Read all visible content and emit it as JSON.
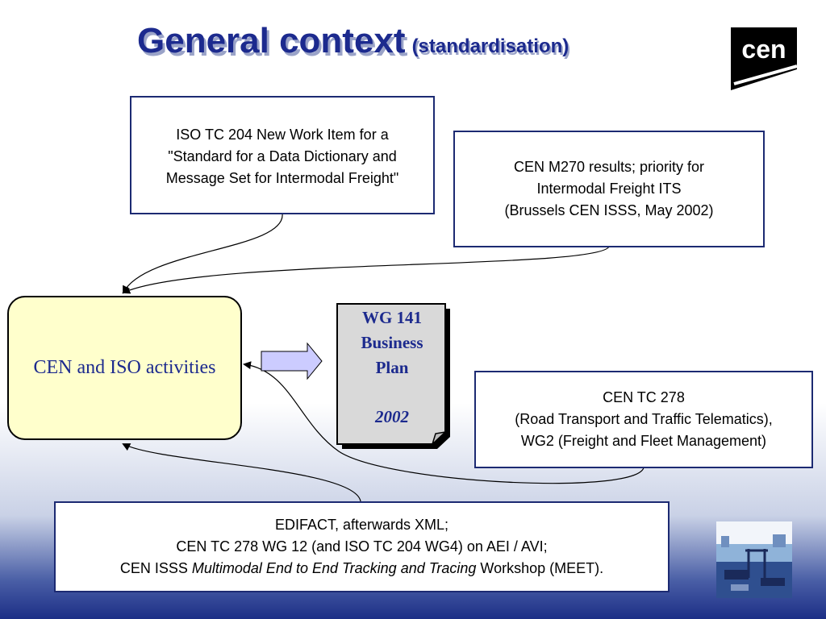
{
  "title": {
    "main": "General context",
    "sub": "(standardisation)"
  },
  "logo": {
    "text": "cen"
  },
  "boxes": {
    "iso": {
      "lines": [
        "ISO TC 204 New Work Item for a",
        "\"Standard for a Data Dictionary and",
        "Message Set for Intermodal Freight\""
      ]
    },
    "m270": {
      "lines": [
        "CEN M270 results; priority for",
        "Intermodal Freight ITS",
        "(Brussels CEN ISSS, May 2002)"
      ]
    },
    "tc278": {
      "lines": [
        "CEN TC 278",
        "(Road Transport and Traffic Telematics),",
        "WG2 (Freight and Fleet Management)"
      ]
    },
    "edifact": {
      "line1": "EDIFACT, afterwards XML;",
      "line2": "CEN TC 278 WG 12 (and ISO TC 204 WG4) on AEI / AVI;",
      "line3_pre": "CEN ISSS ",
      "line3_italic": "Multimodal End to End Tracking and Tracing",
      "line3_post": " Workshop (MEET)."
    }
  },
  "center": {
    "label": "CEN and ISO activities"
  },
  "document": {
    "lines": [
      "WG 141",
      "Business",
      "Plan"
    ],
    "year": "2002"
  },
  "colors": {
    "title": "#1c2a8e",
    "center_fill": "#ffffcc",
    "arrow_fill": "#ccccff",
    "box_border": "#1c2a72"
  }
}
